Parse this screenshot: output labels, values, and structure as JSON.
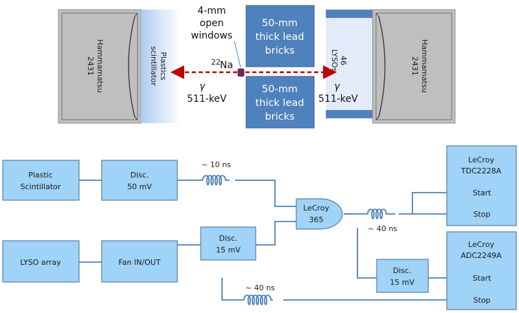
{
  "top": {
    "pmt_left": {
      "name": "Hammamatsu",
      "model": "2431"
    },
    "pmt_right": {
      "name": "Hammamatsu",
      "model": "2431"
    },
    "plastic_label": [
      "Plastics",
      "scintillator"
    ],
    "lyso_label": [
      "46",
      "LYSOs"
    ],
    "windows_label": [
      "4-mm",
      "open",
      "windows"
    ],
    "lead_top": [
      "50-mm",
      "thick lead",
      "bricks"
    ],
    "lead_bottom": [
      "50-mm",
      "thick lead",
      "bricks"
    ],
    "source_sup": "22",
    "source": "Na",
    "gamma_left": {
      "symbol": "γ",
      "energy": "511-keV"
    },
    "gamma_right": {
      "symbol": "γ",
      "energy": "511-keV"
    }
  },
  "circuit": {
    "plastic": [
      "Plastic",
      "Scintillator"
    ],
    "disc50": [
      "Disc.",
      "50 mV"
    ],
    "delay_10": "~ 10 ns",
    "lyso": "LYSO array",
    "fan": "Fan IN/OUT",
    "disc15a": [
      "Disc.",
      "15 mV"
    ],
    "and_gate": [
      "LeCroy",
      "365"
    ],
    "delay_40a": "~ 40 ns",
    "delay_40b": "~ 40 ns",
    "disc15b": [
      "Disc.",
      "15 mV"
    ],
    "tdc": [
      "LeCroy",
      "TDC2228A"
    ],
    "tdc_start": "Start",
    "tdc_stop": "Stop",
    "adc": [
      "LeCroy",
      "ADC2249A"
    ],
    "adc_start": "Start",
    "adc_stop": "Stop"
  },
  "colors": {
    "box_fill": "#9fd3f7",
    "lead": "#4f81bd",
    "pmt": "#bfbfbf",
    "wire": "#4f81b5",
    "arrow": "#c00000"
  }
}
